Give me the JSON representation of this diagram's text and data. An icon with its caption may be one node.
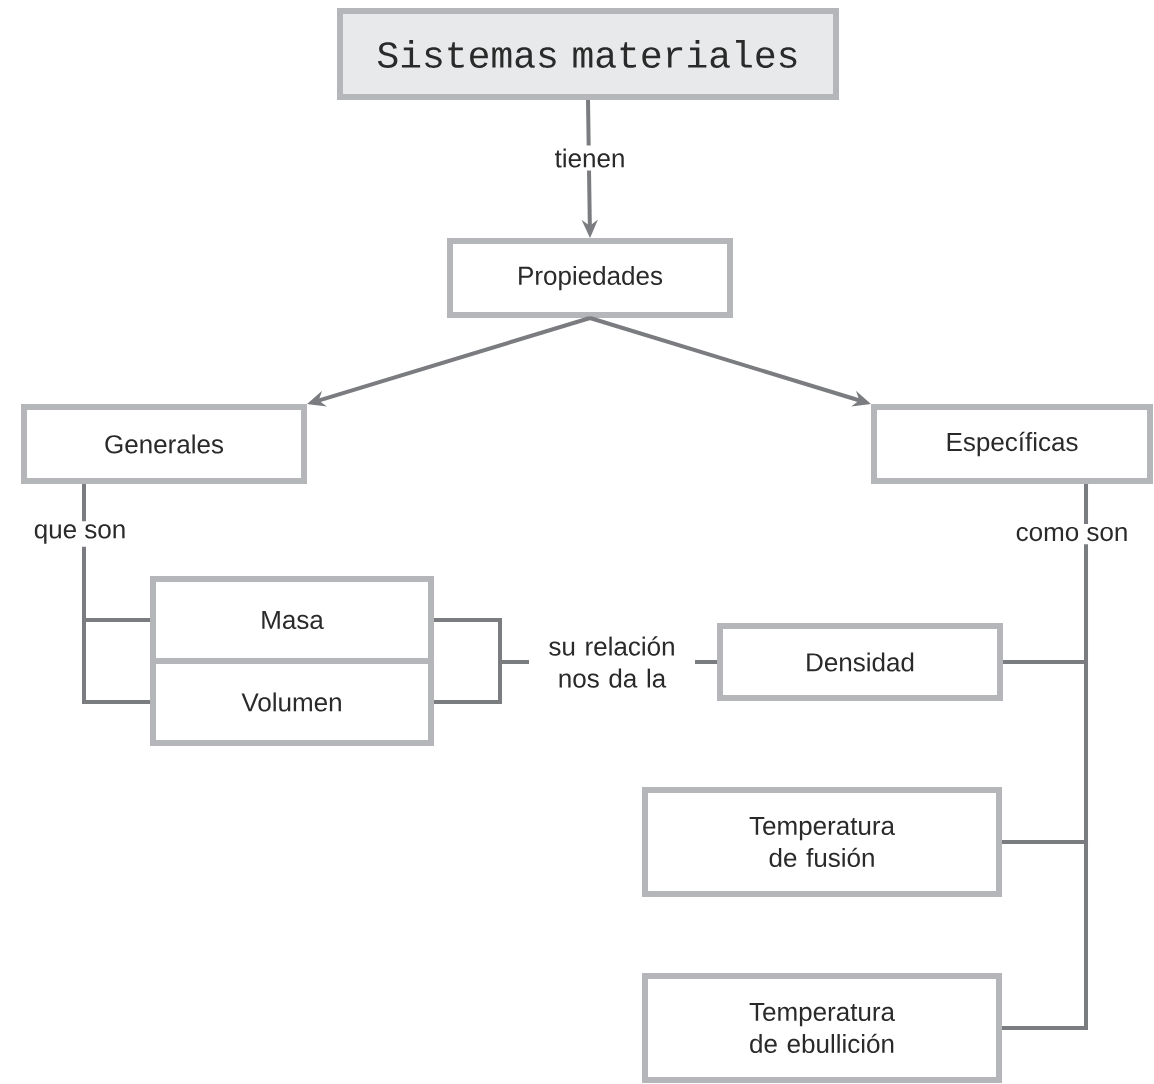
{
  "diagram": {
    "nodes": [
      {
        "text": [
          "Sistemas materiales"
        ]
      },
      {
        "text": [
          "Propiedades"
        ]
      },
      {
        "text": [
          "Generales"
        ]
      },
      {
        "text": [
          "Específicas"
        ]
      },
      {
        "text": [
          "Masa"
        ]
      },
      {
        "text": [
          "Volumen"
        ]
      },
      {
        "text": [
          "Densidad"
        ]
      },
      {
        "text": [
          "Temperatura de fusión"
        ]
      },
      {
        "text": [
          "Temperatura de ebullición"
        ]
      }
    ],
    "edges": [
      {
        "from": 0,
        "to": 1,
        "arrow": "to",
        "label": "tienen"
      },
      {
        "from": 1,
        "to": 2,
        "arrow": "to"
      },
      {
        "from": 1,
        "to": 3,
        "arrow": "to"
      },
      {
        "from": 2,
        "to": 4,
        "arrow": "none",
        "label": "que son"
      },
      {
        "from": 2,
        "to": 5,
        "arrow": "none"
      },
      {
        "from": 4,
        "to": 6,
        "arrow": "none",
        "label": "su relación nos da la"
      },
      {
        "from": 5,
        "to": 6,
        "arrow": "none"
      },
      {
        "from": 3,
        "to": 6,
        "arrow": "none",
        "label": "como son"
      },
      {
        "from": 3,
        "to": 7,
        "arrow": "none"
      },
      {
        "from": 3,
        "to": 8,
        "arrow": "none"
      }
    ]
  }
}
